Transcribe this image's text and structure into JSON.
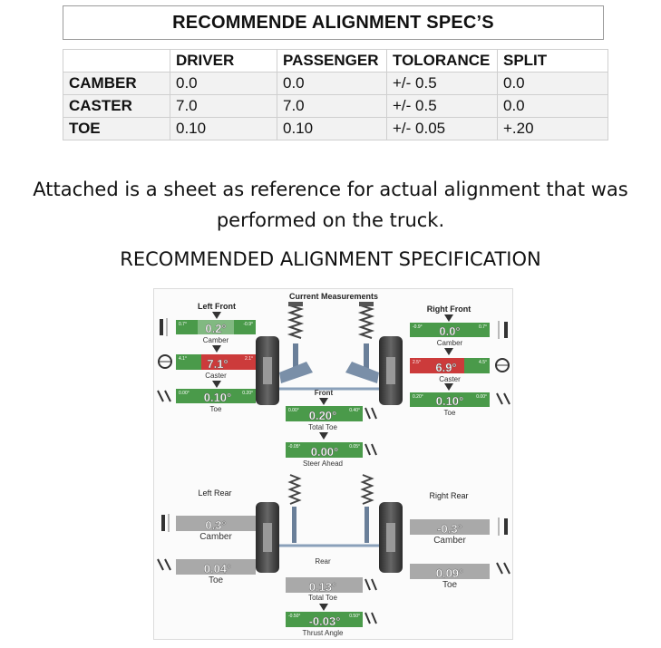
{
  "header": {
    "title": "RECOMMENDE ALIGNMENT SPEC’S"
  },
  "table": {
    "columns": [
      "",
      "DRIVER",
      "PASSENGER",
      "TOLORANCE",
      "SPLIT"
    ],
    "rows": [
      {
        "label": "CAMBER",
        "driver": "0.0",
        "passenger": "0.0",
        "tolerance": "+/- 0.5",
        "split": "0.0"
      },
      {
        "label": "CASTER",
        "driver": "7.0",
        "passenger": "7.0",
        "tolerance": "+/- 0.5",
        "split": "0.0"
      },
      {
        "label": "TOE",
        "driver": "0.10",
        "passenger": "0.10",
        "tolerance": "+/- 0.05",
        "split": "+.20"
      }
    ]
  },
  "paragraph": {
    "line1": "Attached is a sheet as reference for actual alignment that was",
    "line2": "performed on the truck."
  },
  "subtitle": "RECOMMENDED ALIGNMENT SPECIFICATION",
  "sheet": {
    "title": "Current Measurements",
    "left_front": {
      "heading": "Left Front",
      "camber": {
        "value": "0.2°",
        "label": "Camber",
        "min": "0.7°",
        "max": "-0.9°",
        "status": "ok"
      },
      "caster": {
        "value": "7.1°",
        "label": "Caster",
        "min": "4.1°",
        "max": "2.1°",
        "status": "bad"
      },
      "toe": {
        "value": "0.10°",
        "label": "Toe",
        "min": "0.00°",
        "max": "0.20°",
        "status": "ok"
      }
    },
    "right_front": {
      "heading": "Right Front",
      "camber": {
        "value": "0.0°",
        "label": "Camber",
        "min": "-0.9°",
        "max": "0.7°",
        "status": "ok"
      },
      "caster": {
        "value": "6.9°",
        "label": "Caster",
        "min": "2.5°",
        "max": "4.5°",
        "status": "bad"
      },
      "toe": {
        "value": "0.10°",
        "label": "Toe",
        "min": "0.20°",
        "max": "0.00°",
        "status": "ok"
      }
    },
    "front": {
      "heading": "Front",
      "total_toe": {
        "value": "0.20°",
        "label": "Total Toe",
        "min": "0.00°",
        "max": "0.40°"
      },
      "steer_ahead": {
        "value": "0.00°",
        "label": "Steer Ahead",
        "min": "-0.05°",
        "max": "0.05°"
      }
    },
    "left_rear": {
      "heading": "Left Rear",
      "camber": {
        "value": "0.3°",
        "label": "Camber"
      },
      "toe": {
        "value": "0.04°",
        "label": "Toe"
      }
    },
    "right_rear": {
      "heading": "Right Rear",
      "camber": {
        "value": "-0.3°",
        "label": "Camber"
      },
      "toe": {
        "value": "0.09°",
        "label": "Toe"
      }
    },
    "rear": {
      "heading": "Rear",
      "total_toe": {
        "value": "0.13°",
        "label": "Total Toe"
      },
      "thrust_angle": {
        "value": "-0.03°",
        "label": "Thrust Angle",
        "min": "-0.50°",
        "max": "0.50°"
      }
    },
    "colors": {
      "ok": "#4a9a4a",
      "bad": "#cc3b3b",
      "neutral": "#a9a9a9"
    }
  }
}
